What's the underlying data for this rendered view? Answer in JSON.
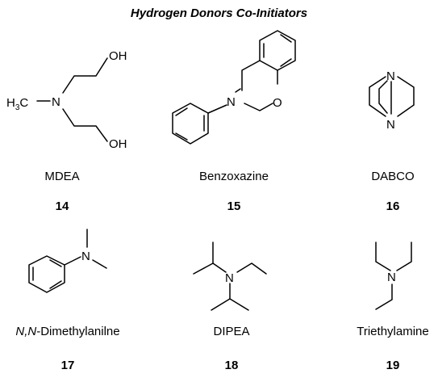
{
  "title": "Hydrogen Donors Co-Initiators",
  "compounds": [
    {
      "name": "MDEA",
      "number": "14"
    },
    {
      "name": "Benzoxazine",
      "number": "15"
    },
    {
      "name": "DABCO",
      "number": "16"
    },
    {
      "name_prefix": "N,N",
      "name_suffix": "-Dimethylanilne",
      "number": "17"
    },
    {
      "name": "DIPEA",
      "number": "18"
    },
    {
      "name": "Triethylamine",
      "number": "19"
    }
  ],
  "atoms": {
    "n": "N",
    "o": "O",
    "oh": "OH",
    "methyl_h": "H",
    "methyl_sub": "3",
    "methyl_c": "C"
  }
}
